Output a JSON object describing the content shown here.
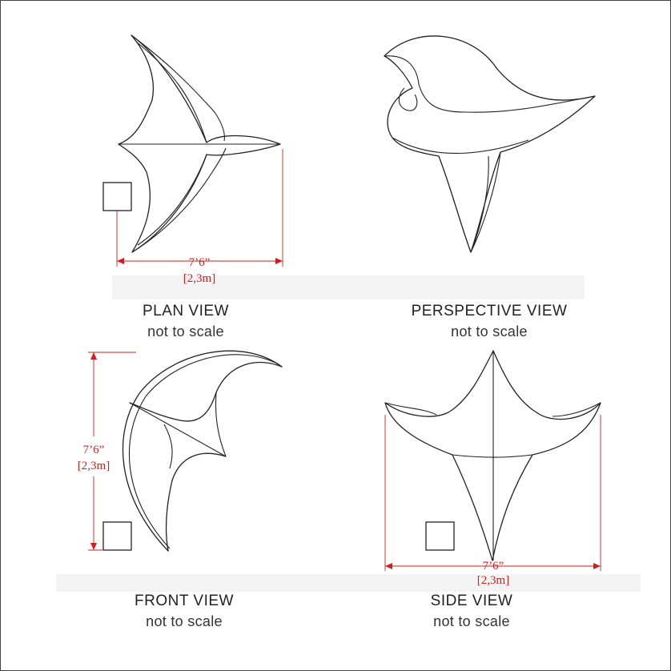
{
  "views": [
    {
      "title": "PLAN VIEW",
      "note": "not to scale",
      "dimension": "7’6”",
      "dimension_metric": "[2,3m]"
    },
    {
      "title": "PERSPECTIVE VIEW",
      "note": "not to scale"
    },
    {
      "title": "FRONT VIEW",
      "note": "not to scale",
      "dimension": "7’6”",
      "dimension_metric": "[2,3m]"
    },
    {
      "title": "SIDE VIEW",
      "note": "not to scale",
      "dimension": "7’6”",
      "dimension_metric": "[2,3m]"
    }
  ],
  "colors": {
    "dimension": "#d21e1e",
    "outline": "#222222",
    "band": "#f3f3f3"
  }
}
